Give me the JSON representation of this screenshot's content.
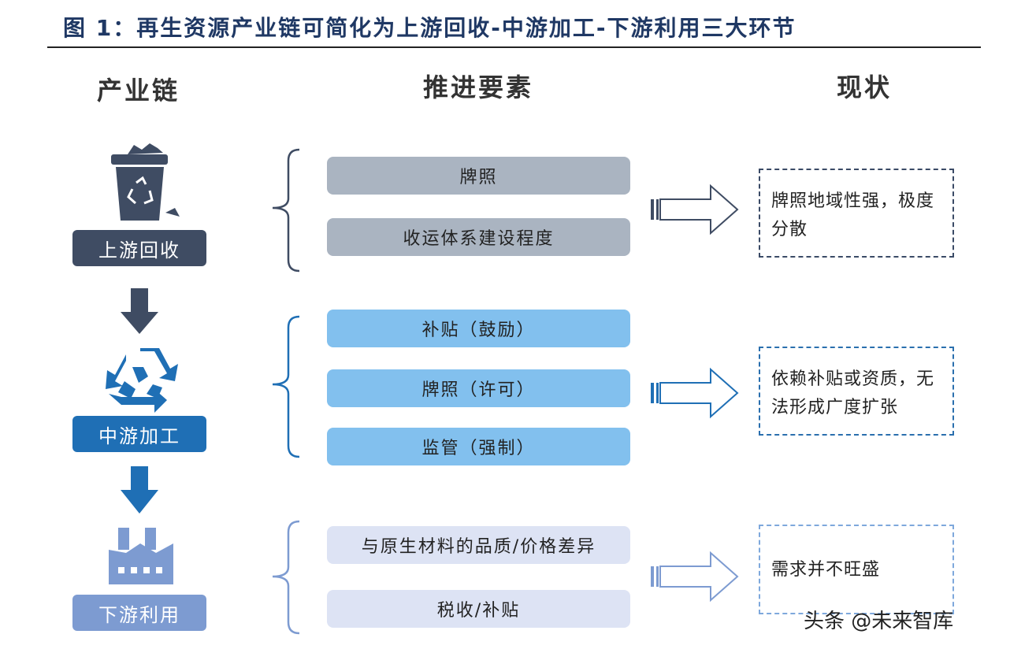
{
  "title": "图 1：再生资源产业链可简化为上游回收-中游加工-下游利用三大环节",
  "headers": {
    "chain": "产业链",
    "drivers": "推进要素",
    "status": "现状"
  },
  "stages": [
    {
      "label": "上游回收",
      "icon": "recycle-bin-icon",
      "color": "#3f4c63",
      "drivers": [
        "牌照",
        "收运体系建设程度"
      ],
      "status": "牌照地域性强，极度分散"
    },
    {
      "label": "中游加工",
      "icon": "recycle-arrows-icon",
      "color": "#1f6fb5",
      "drivers": [
        "补贴（鼓励）",
        "牌照（许可）",
        "监管（强制）"
      ],
      "status": "依赖补贴或资质，无法形成广度扩张"
    },
    {
      "label": "下游利用",
      "icon": "factory-icon",
      "color": "#7d9bd1",
      "drivers": [
        "与原生材料的品质/价格差异",
        "税收/补贴"
      ],
      "status": "需求并不旺盛"
    }
  ],
  "watermark": "头条 @未来智库"
}
